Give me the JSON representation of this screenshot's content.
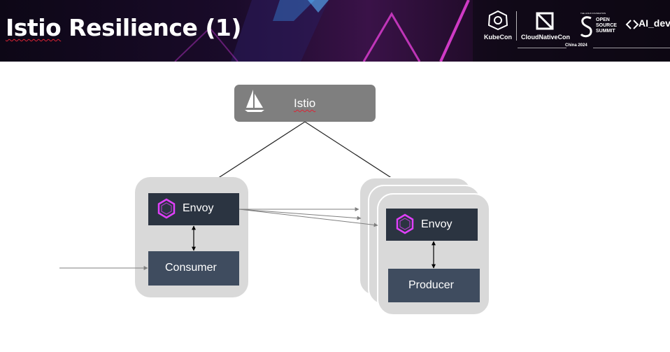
{
  "slide": {
    "title_word1": "Istio",
    "title_rest": " Resilience (1)"
  },
  "banner": {
    "logos": {
      "kubecon": "KubeCon",
      "cloudnativecon": "CloudNativeCon",
      "oss_small": "THE LINUX FOUNDATION",
      "oss_line1": "OPEN",
      "oss_line2": "SOURCE",
      "oss_line3": "SUMMIT",
      "ai_dev": "AI_dev",
      "event": "China 2024"
    },
    "colors": {
      "accent_pink": "#e23fd6",
      "accent_blue": "#3aa0ff"
    }
  },
  "diagram": {
    "control_plane": {
      "label": "Istio",
      "icon": "istio-sail-icon"
    },
    "consumer_pod": {
      "sidecar_label": "Envoy",
      "sidecar_icon": "envoy-hexagon-icon",
      "app_label": "Consumer"
    },
    "producer_pod": {
      "sidecar_label": "Envoy",
      "sidecar_icon": "envoy-hexagon-icon",
      "app_label": "Producer",
      "replicas": 3
    },
    "colors": {
      "pod_bg": "#d9d9d9",
      "envoy_bg": "#2b3441",
      "app_bg": "#3f4c5f",
      "istio_bg": "#7f7f7f",
      "hexagon": "#e040fb"
    }
  }
}
